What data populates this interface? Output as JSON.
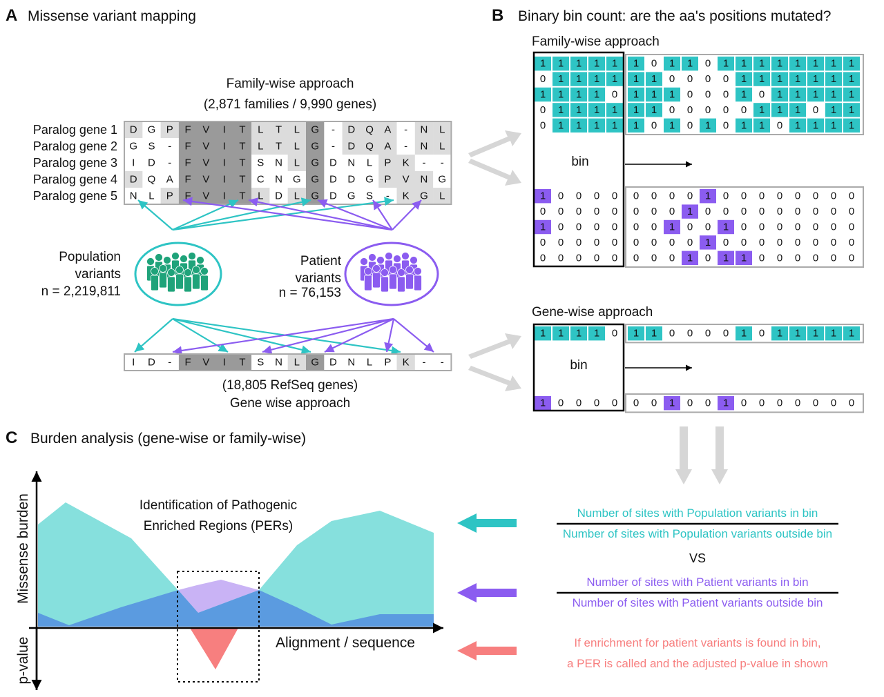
{
  "panelA": {
    "letter": "A",
    "title": "Missense variant mapping",
    "family_title_1": "Family-wise approach",
    "family_title_2": "(2,871 families / 9,990 genes)",
    "gene_labels": [
      "Paralog gene 1",
      "Paralog gene 2",
      "Paralog gene 3",
      "Paralog gene 4",
      "Paralog gene 5"
    ],
    "alignment": [
      [
        "D",
        "G",
        "P",
        "F",
        "V",
        "I",
        "T",
        "L",
        "T",
        "L",
        "G",
        "-",
        "D",
        "Q",
        "A",
        "-",
        "N",
        "L"
      ],
      [
        "G",
        "S",
        "-",
        "F",
        "V",
        "I",
        "T",
        "L",
        "T",
        "L",
        "G",
        "-",
        "D",
        "Q",
        "A",
        "-",
        "N",
        "L"
      ],
      [
        "I",
        "D",
        "-",
        "F",
        "V",
        "I",
        "T",
        "S",
        "N",
        "L",
        "G",
        "D",
        "N",
        "L",
        "P",
        "K",
        "-",
        "-"
      ],
      [
        "D",
        "Q",
        "A",
        "F",
        "V",
        "I",
        "T",
        "C",
        "N",
        "G",
        "G",
        "D",
        "D",
        "G",
        "P",
        "V",
        "N",
        "G"
      ],
      [
        "N",
        "L",
        "P",
        "F",
        "V",
        "I",
        "T",
        "L",
        "D",
        "L",
        "G",
        "D",
        "G",
        "S",
        "-",
        "K",
        "G",
        "L"
      ]
    ],
    "shade_levels": [
      [
        1,
        0,
        1,
        3,
        3,
        3,
        3,
        1,
        1,
        1,
        3,
        0,
        1,
        1,
        1,
        0,
        1,
        1
      ],
      [
        0,
        0,
        0,
        3,
        3,
        3,
        3,
        1,
        1,
        1,
        3,
        0,
        1,
        1,
        1,
        0,
        1,
        1
      ],
      [
        0,
        0,
        0,
        3,
        3,
        3,
        3,
        0,
        0,
        1,
        3,
        0,
        0,
        0,
        1,
        1,
        0,
        0
      ],
      [
        1,
        0,
        0,
        3,
        3,
        3,
        3,
        0,
        0,
        0,
        3,
        0,
        0,
        0,
        1,
        1,
        1,
        0
      ],
      [
        0,
        0,
        1,
        3,
        3,
        3,
        3,
        1,
        0,
        1,
        3,
        0,
        0,
        0,
        0,
        1,
        1,
        1
      ]
    ],
    "population_label_1": "Population",
    "population_label_2": "variants",
    "population_count": "n = 2,219,811",
    "patient_label_1": "Patient",
    "patient_label_2": "variants",
    "patient_count": "n = 76,153",
    "gene_sequence": [
      "I",
      "D",
      "-",
      "F",
      "V",
      "I",
      "T",
      "S",
      "N",
      "L",
      "G",
      "D",
      "N",
      "L",
      "P",
      "K",
      "-",
      "-"
    ],
    "gene_shade": [
      0,
      0,
      0,
      3,
      3,
      3,
      3,
      0,
      0,
      1,
      3,
      0,
      0,
      0,
      0,
      1,
      0,
      0
    ],
    "gene_title_1": "(18,805 RefSeq genes)",
    "gene_title_2": "Gene wise approach"
  },
  "panelB": {
    "letter": "B",
    "title": "Binary bin count: are the aa's positions mutated?",
    "family_label": "Family-wise approach",
    "family_population": [
      [
        1,
        1,
        1,
        1,
        1,
        1,
        0,
        1,
        1,
        0,
        1,
        1,
        1,
        1,
        1,
        1,
        1,
        1
      ],
      [
        0,
        1,
        1,
        1,
        1,
        1,
        1,
        0,
        0,
        0,
        0,
        1,
        1,
        1,
        1,
        1,
        1,
        1
      ],
      [
        1,
        1,
        1,
        1,
        0,
        1,
        1,
        1,
        0,
        0,
        0,
        1,
        0,
        1,
        1,
        1,
        1,
        1
      ],
      [
        0,
        1,
        1,
        1,
        1,
        1,
        1,
        0,
        0,
        0,
        0,
        0,
        1,
        1,
        1,
        0,
        1,
        1
      ],
      [
        0,
        1,
        1,
        1,
        1,
        1,
        0,
        1,
        0,
        1,
        0,
        1,
        1,
        0,
        1,
        1,
        1,
        1
      ]
    ],
    "family_patient": [
      [
        1,
        0,
        0,
        0,
        0,
        0,
        0,
        0,
        0,
        1,
        0,
        0,
        0,
        0,
        0,
        0,
        0,
        0
      ],
      [
        0,
        0,
        0,
        0,
        0,
        0,
        0,
        0,
        1,
        0,
        0,
        0,
        0,
        0,
        0,
        0,
        0,
        0
      ],
      [
        1,
        0,
        0,
        0,
        0,
        0,
        0,
        1,
        0,
        0,
        1,
        0,
        0,
        0,
        0,
        0,
        0,
        0
      ],
      [
        0,
        0,
        0,
        0,
        0,
        0,
        0,
        0,
        0,
        1,
        0,
        0,
        0,
        0,
        0,
        0,
        0,
        0
      ],
      [
        0,
        0,
        0,
        0,
        0,
        0,
        0,
        0,
        1,
        0,
        1,
        1,
        0,
        0,
        0,
        0,
        0,
        0
      ]
    ],
    "bin_label": "bin",
    "gene_label": "Gene-wise approach",
    "gene_population": [
      1,
      1,
      1,
      1,
      0,
      1,
      1,
      0,
      0,
      0,
      0,
      1,
      0,
      1,
      1,
      1,
      1,
      1
    ],
    "gene_patient": [
      1,
      0,
      0,
      0,
      0,
      0,
      0,
      1,
      0,
      0,
      1,
      0,
      0,
      0,
      0,
      0,
      0,
      0
    ],
    "bin_label_2": "bin"
  },
  "panelC": {
    "letter": "C",
    "title": "Burden analysis (gene-wise or family-wise)",
    "y_label": "Missense burden",
    "p_label": "p-value",
    "x_label": "Alignment / sequence",
    "per_label_1": "Identification of Pathogenic",
    "per_label_2": "Enriched Regions (PERs)"
  },
  "ratios": {
    "pop_num": "Number of sites with Population variants in bin",
    "pop_den": "Number of sites with Population variants outside bin",
    "vs": "VS",
    "pat_num": "Number of sites with Patient variants in bin",
    "pat_den": "Number of sites with Patient variants outside bin",
    "result_1": "If enrichment for patient variants is found in bin,",
    "result_2": "a PER is called and the adjusted p-value in shown"
  },
  "colors": {
    "teal": "#2ec4c4",
    "teal_light": "#86e0dd",
    "purple": "#8b5cf0",
    "purple_light": "#c9b3f5",
    "blue": "#5b9be0",
    "salmon": "#f77f7f",
    "green_people": "#1fa37a",
    "grey_arrow": "#d6d6d6",
    "shade": [
      "#ffffff",
      "#dcdcdc",
      "#c4c4c4",
      "#9a9a9a"
    ]
  }
}
